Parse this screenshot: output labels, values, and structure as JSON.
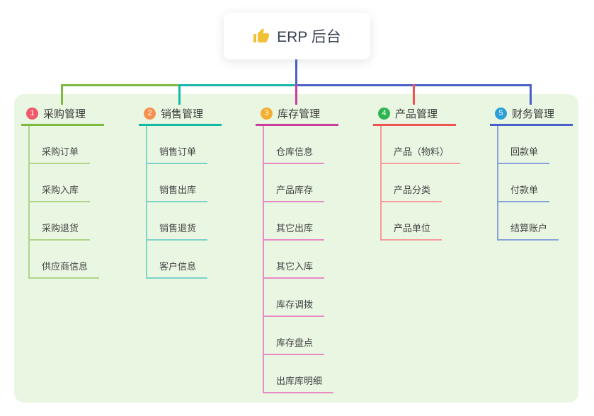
{
  "root": {
    "label": "ERP 后台",
    "icon": "thumbs-up-icon",
    "icon_color": "#f2c037"
  },
  "canvas": {
    "panel_background": "#e9f6e2"
  },
  "connector": {
    "root_color": "#4a5fc8"
  },
  "branches": [
    {
      "index": "1",
      "label": "采购管理",
      "badge_color": "#f0596a",
      "line_color": "#7cb93e",
      "child_line_color": "#aed589",
      "children": [
        "采购订单",
        "采购入库",
        "采购退货",
        "供应商信息"
      ]
    },
    {
      "index": "2",
      "label": "销售管理",
      "badge_color": "#f6914d",
      "line_color": "#14b8a6",
      "child_line_color": "#7fd3c8",
      "children": [
        "销售订单",
        "销售出库",
        "销售退货",
        "客户信息"
      ]
    },
    {
      "index": "3",
      "label": "库存管理",
      "badge_color": "#f5ae31",
      "line_color": "#cb3d9d",
      "child_line_color": "#ea8ac4",
      "children": [
        "仓库信息",
        "产品库存",
        "其它出库",
        "其它入库",
        "库存调拨",
        "库存盘点",
        "出库库明细"
      ]
    },
    {
      "index": "4",
      "label": "产品管理",
      "badge_color": "#2eb550",
      "line_color": "#f05352",
      "child_line_color": "#f79c9c",
      "children": [
        "产品（物料）",
        "产品分类",
        "产品单位"
      ]
    },
    {
      "index": "5",
      "label": "财务管理",
      "badge_color": "#2d9fd8",
      "line_color": "#4a5fc8",
      "child_line_color": "#8aa2dc",
      "children": [
        "回款单",
        "付款单",
        "结算账户"
      ]
    }
  ]
}
